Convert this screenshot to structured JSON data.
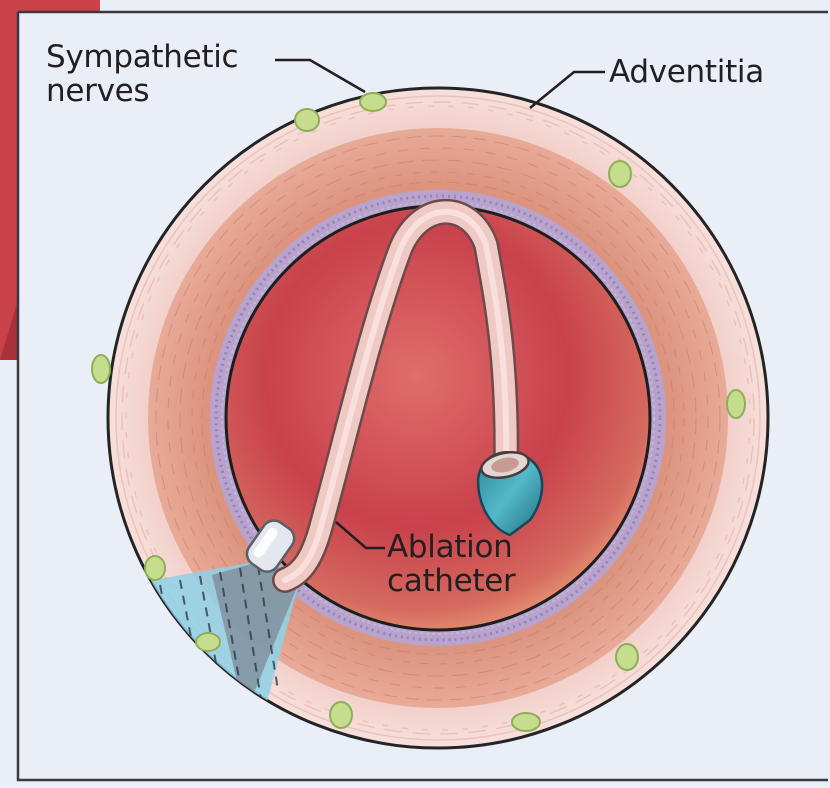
{
  "labels": {
    "sympathetic_line1": "Sympathetic",
    "sympathetic_line2": "nerves",
    "adventitia": "Adventitia",
    "ablation_line1": "Ablation",
    "ablation_line2": "catheter"
  },
  "colors": {
    "frame_background": "#e9eef7",
    "border": "#3a3a3a",
    "adventitia": "#f2d3d0",
    "media": "#e3a08e",
    "intima": "#b7a3cc",
    "lumen": "#cf5056",
    "catheter": "#efc9c4",
    "catheter_tip": "#e4e7ef",
    "balloon": "#2f95a8",
    "nerve": "#c5dd8c",
    "ablation_zone": "#8ed1e6"
  }
}
